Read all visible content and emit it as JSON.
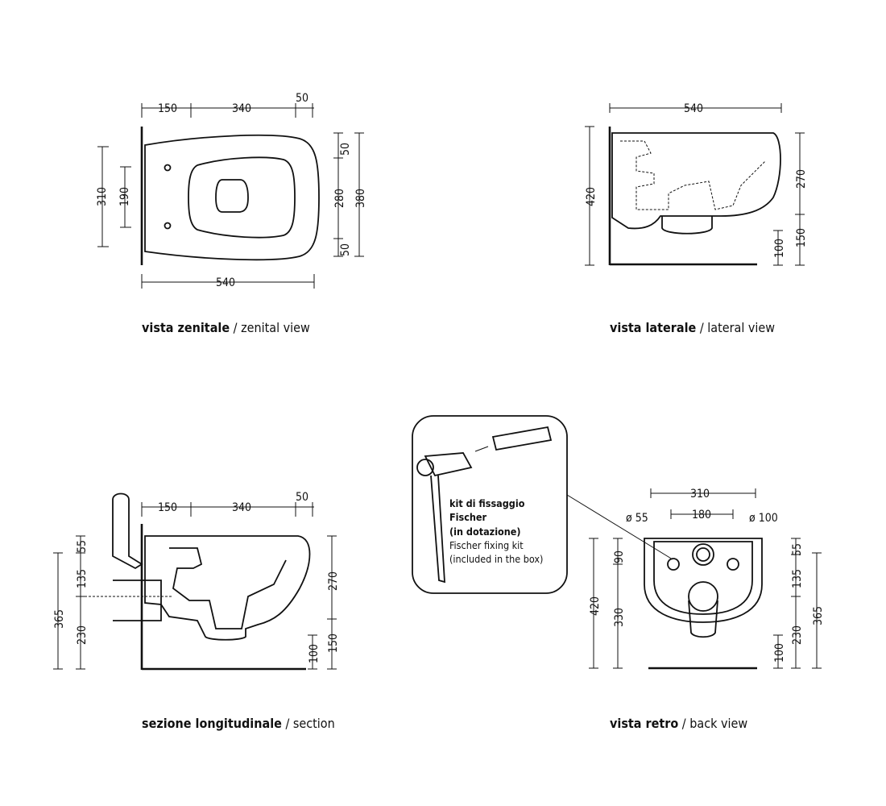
{
  "zenital": {
    "top_dims": [
      "150",
      "340",
      "50"
    ],
    "bottom_dim": "540",
    "left_dims": [
      "310",
      "190"
    ],
    "right_dims": [
      "50",
      "280",
      "50",
      "380"
    ],
    "caption_bold": "vista zenitale",
    "caption_sep": " / ",
    "caption_light": "zenital view"
  },
  "lateral": {
    "top_dim": "540",
    "left_dim": "420",
    "right_dims": [
      "270",
      "100",
      "150"
    ],
    "caption_bold": "vista laterale",
    "caption_sep": " / ",
    "caption_light": "lateral view"
  },
  "section": {
    "top_dims": [
      "150",
      "340",
      "50"
    ],
    "left_dims": [
      "55",
      "135",
      "230",
      "365"
    ],
    "right_dims": [
      "270",
      "100",
      "150"
    ],
    "caption_bold": "sezione longitudinale",
    "caption_sep": " / ",
    "caption_light": "section"
  },
  "back": {
    "top_dims": [
      "310",
      "180"
    ],
    "diameters": [
      "ø 55",
      "ø 100"
    ],
    "left_dims": [
      "90",
      "420",
      "330"
    ],
    "right_dims": [
      "55",
      "135",
      "230",
      "365",
      "100"
    ],
    "caption_bold": "vista retro",
    "caption_sep": " / ",
    "caption_light": "back view"
  },
  "kit": {
    "line1": "kit di fissaggio",
    "line2": "Fischer",
    "line3": "(in dotazione)",
    "line4": "Fischer fixing kit",
    "line5": "(included in the box)"
  }
}
